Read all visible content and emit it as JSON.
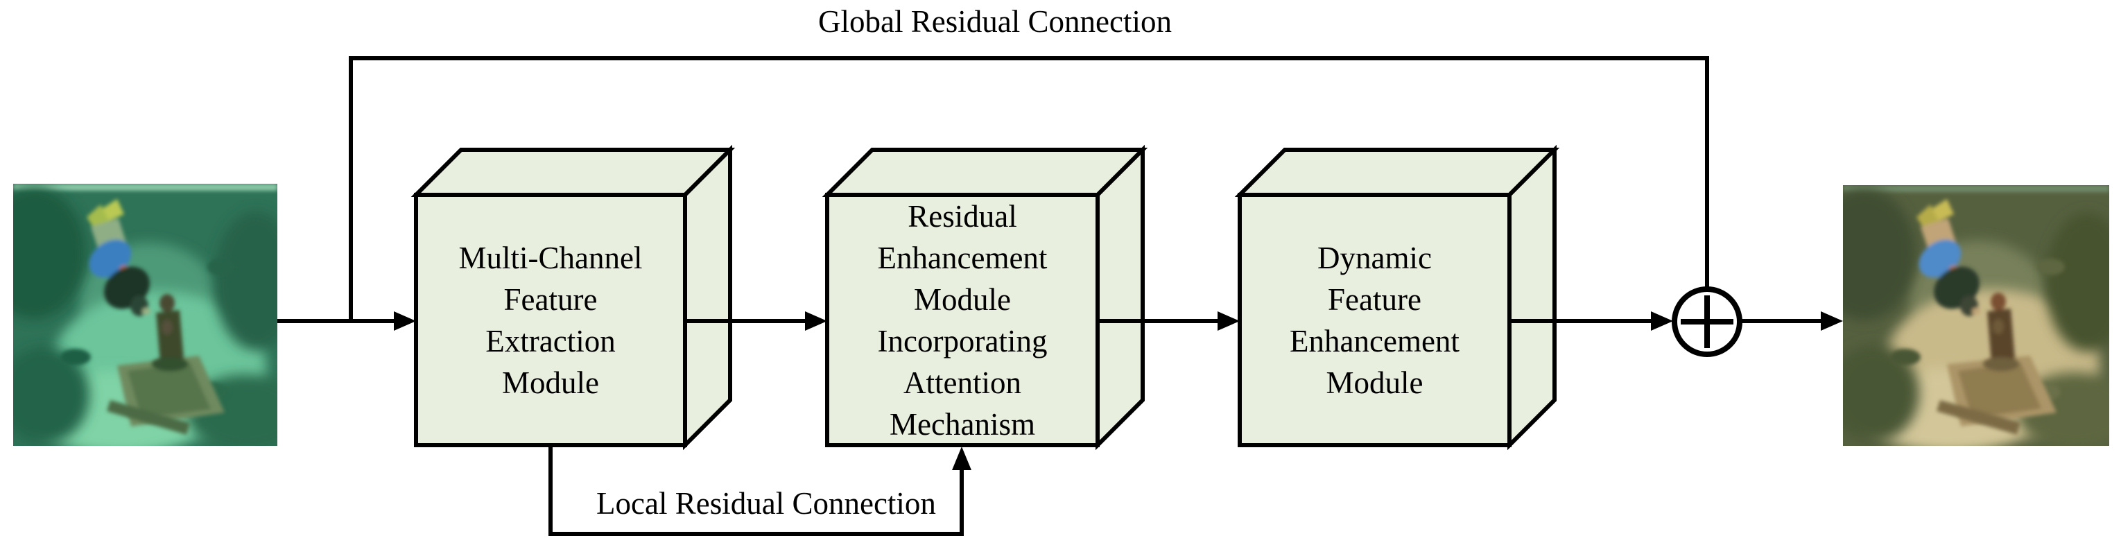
{
  "diagram": {
    "global_label": "Global Residual Connection",
    "local_label": "Local Residual Connection",
    "modules": [
      {
        "label": [
          "Multi-Channel",
          "Feature",
          "Extraction",
          "Module"
        ]
      },
      {
        "label": [
          "Residual",
          "Enhancement",
          "Module",
          "Incorporating",
          "Attention",
          "Mechanism"
        ]
      },
      {
        "label": [
          "Dynamic",
          "Feature",
          "Enhancement",
          "Module"
        ]
      }
    ],
    "icons": {
      "sum_operator": "circled-plus",
      "input_image": "underwater-degraded-photo",
      "output_image": "underwater-enhanced-photo"
    },
    "colors": {
      "module_fill": "#e9efde",
      "outline": "#000000",
      "background": "#ffffff",
      "input_image_dominant": "#2d6e50",
      "output_image_dominant": "#55603f"
    }
  }
}
